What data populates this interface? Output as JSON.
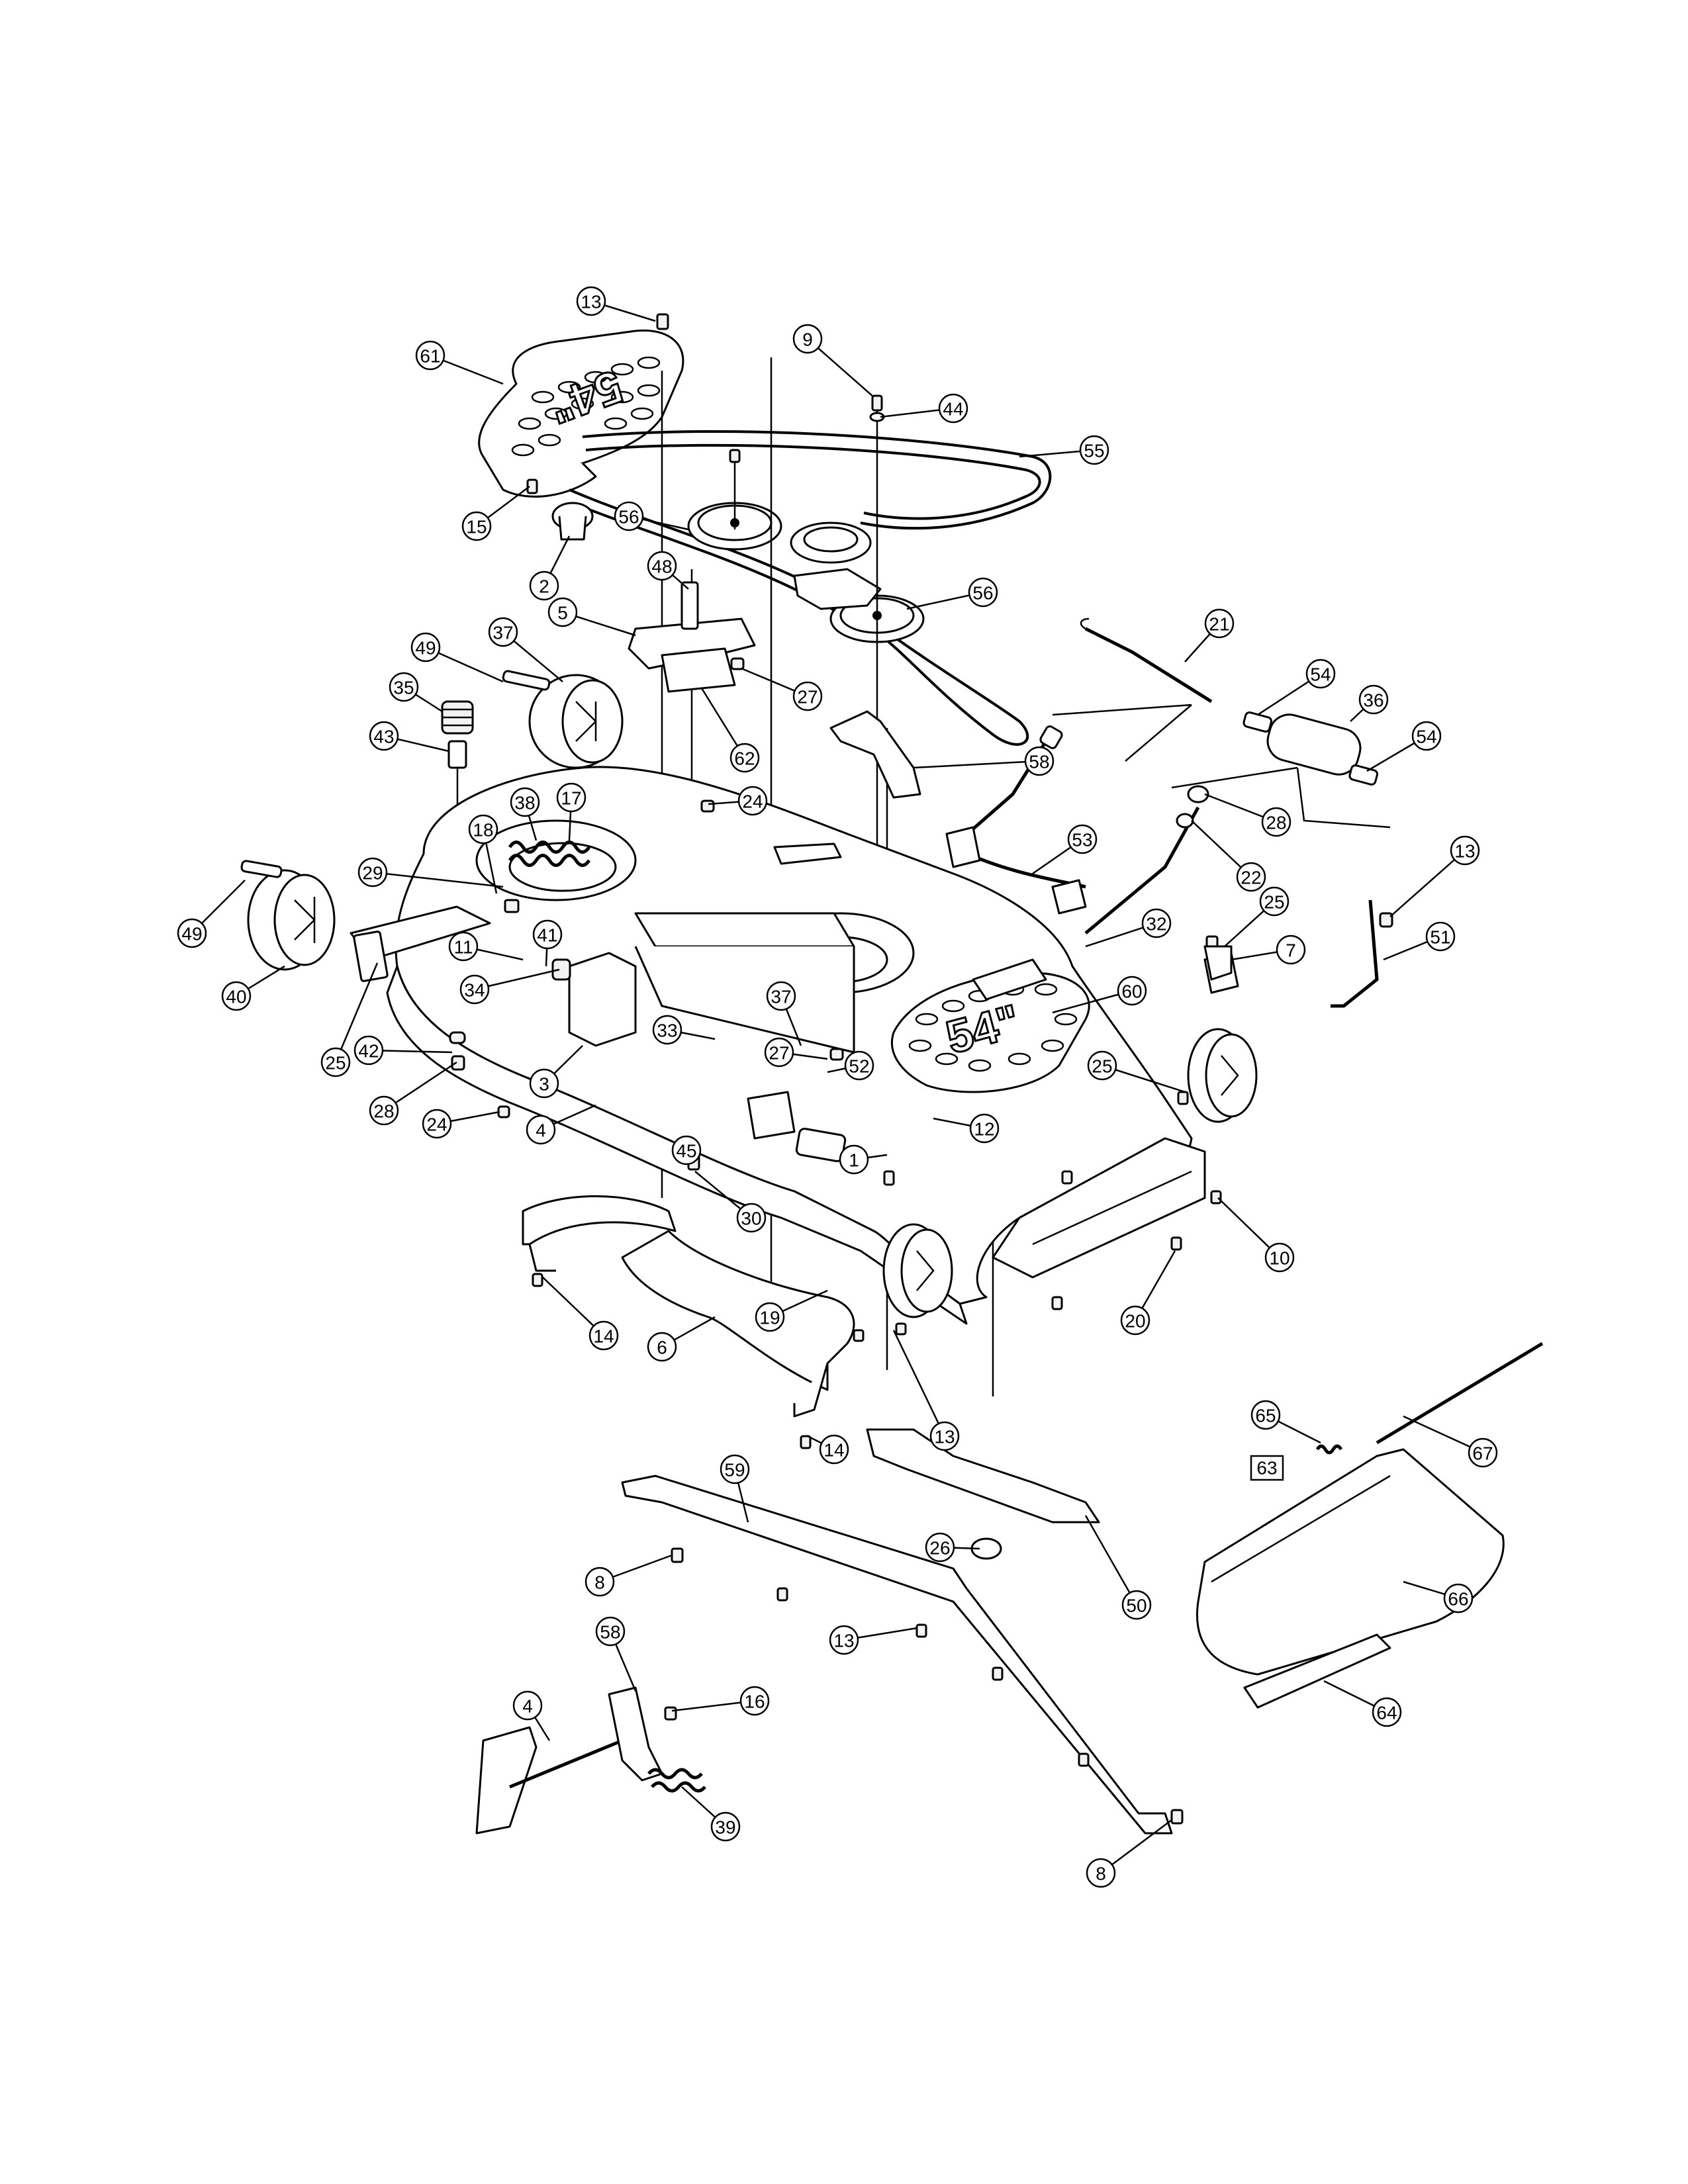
{
  "deck_markings": [
    "54\"",
    "54\""
  ],
  "boxed_label": "63",
  "callouts": [
    {
      "n": "13"
    },
    {
      "n": "61"
    },
    {
      "n": "9"
    },
    {
      "n": "44"
    },
    {
      "n": "55"
    },
    {
      "n": "15"
    },
    {
      "n": "56"
    },
    {
      "n": "2"
    },
    {
      "n": "48"
    },
    {
      "n": "56"
    },
    {
      "n": "5"
    },
    {
      "n": "49"
    },
    {
      "n": "37"
    },
    {
      "n": "27"
    },
    {
      "n": "35"
    },
    {
      "n": "62"
    },
    {
      "n": "43"
    },
    {
      "n": "58"
    },
    {
      "n": "24"
    },
    {
      "n": "21"
    },
    {
      "n": "54"
    },
    {
      "n": "36"
    },
    {
      "n": "54"
    },
    {
      "n": "38"
    },
    {
      "n": "17"
    },
    {
      "n": "18"
    },
    {
      "n": "28"
    },
    {
      "n": "22"
    },
    {
      "n": "13"
    },
    {
      "n": "29"
    },
    {
      "n": "53"
    },
    {
      "n": "49"
    },
    {
      "n": "25"
    },
    {
      "n": "51"
    },
    {
      "n": "32"
    },
    {
      "n": "11"
    },
    {
      "n": "41"
    },
    {
      "n": "7"
    },
    {
      "n": "40"
    },
    {
      "n": "34"
    },
    {
      "n": "60"
    },
    {
      "n": "25"
    },
    {
      "n": "27"
    },
    {
      "n": "37"
    },
    {
      "n": "33"
    },
    {
      "n": "42"
    },
    {
      "n": "52"
    },
    {
      "n": "25"
    },
    {
      "n": "3"
    },
    {
      "n": "28"
    },
    {
      "n": "24"
    },
    {
      "n": "4"
    },
    {
      "n": "12"
    },
    {
      "n": "45"
    },
    {
      "n": "1"
    },
    {
      "n": "30"
    },
    {
      "n": "10"
    },
    {
      "n": "14"
    },
    {
      "n": "19"
    },
    {
      "n": "20"
    },
    {
      "n": "6"
    },
    {
      "n": "13"
    },
    {
      "n": "65"
    },
    {
      "n": "67"
    },
    {
      "n": "14"
    },
    {
      "n": "59"
    },
    {
      "n": "26"
    },
    {
      "n": "50"
    },
    {
      "n": "8"
    },
    {
      "n": "66"
    },
    {
      "n": "13"
    },
    {
      "n": "58"
    },
    {
      "n": "64"
    },
    {
      "n": "4"
    },
    {
      "n": "16"
    },
    {
      "n": "39"
    },
    {
      "n": "8"
    }
  ]
}
